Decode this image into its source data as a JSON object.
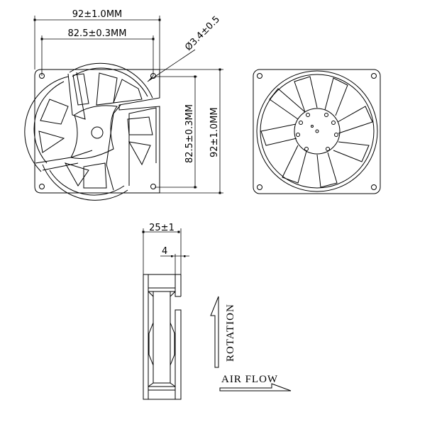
{
  "front_view": {
    "overall_width": "92±1.0MM",
    "hole_spacing_width": "82.5±0.3MM",
    "hole_diameter": "Ø3.4±0.5",
    "hole_spacing_height": "82.5±0.3MM",
    "overall_height": "92±1.0MM"
  },
  "side_view": {
    "thickness": "25±1",
    "flange": "4"
  },
  "labels": {
    "rotation": "ROTATION",
    "air_flow": "AIR FLOW"
  },
  "colors": {
    "line": "#000000",
    "background": "#ffffff"
  }
}
